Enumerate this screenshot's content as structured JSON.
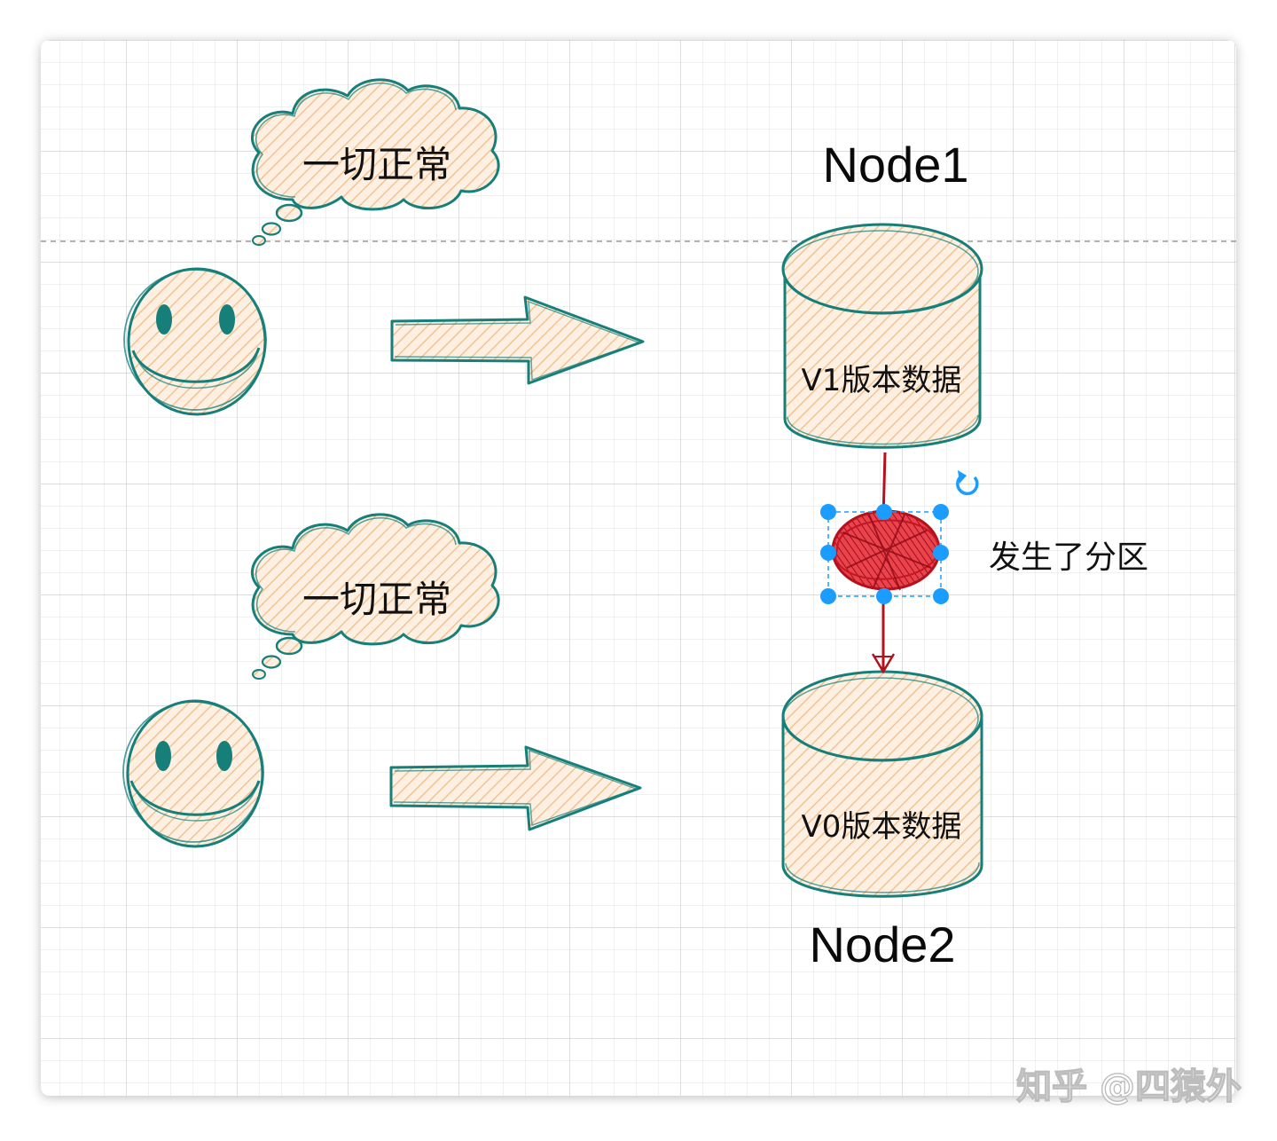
{
  "nodes": {
    "node1": {
      "title": "Node1",
      "db_label": "V1版本数据"
    },
    "node2": {
      "title": "Node2",
      "db_label": "V0版本数据"
    }
  },
  "clients": [
    {
      "thought": "一切正常"
    },
    {
      "thought": "一切正常"
    }
  ],
  "partition": {
    "label": "发生了分区"
  },
  "watermark": "知乎 @四猿外",
  "colors": {
    "stroke_teal": "#167f7a",
    "fill_sketch": "#fbe2c7",
    "hatch": "#f3c79c",
    "partition_red": "#b3111b",
    "selection_blue": "#1b9cff",
    "grid_line": "#d9d9d9",
    "page_background": "#f7f7f7"
  },
  "icons": {
    "rotate": "rotate-handle-icon",
    "client": "smiley-face-icon",
    "request_arrow": "right-arrow-icon",
    "database": "database-cylinder-icon",
    "partition": "partition-scribble-icon"
  }
}
